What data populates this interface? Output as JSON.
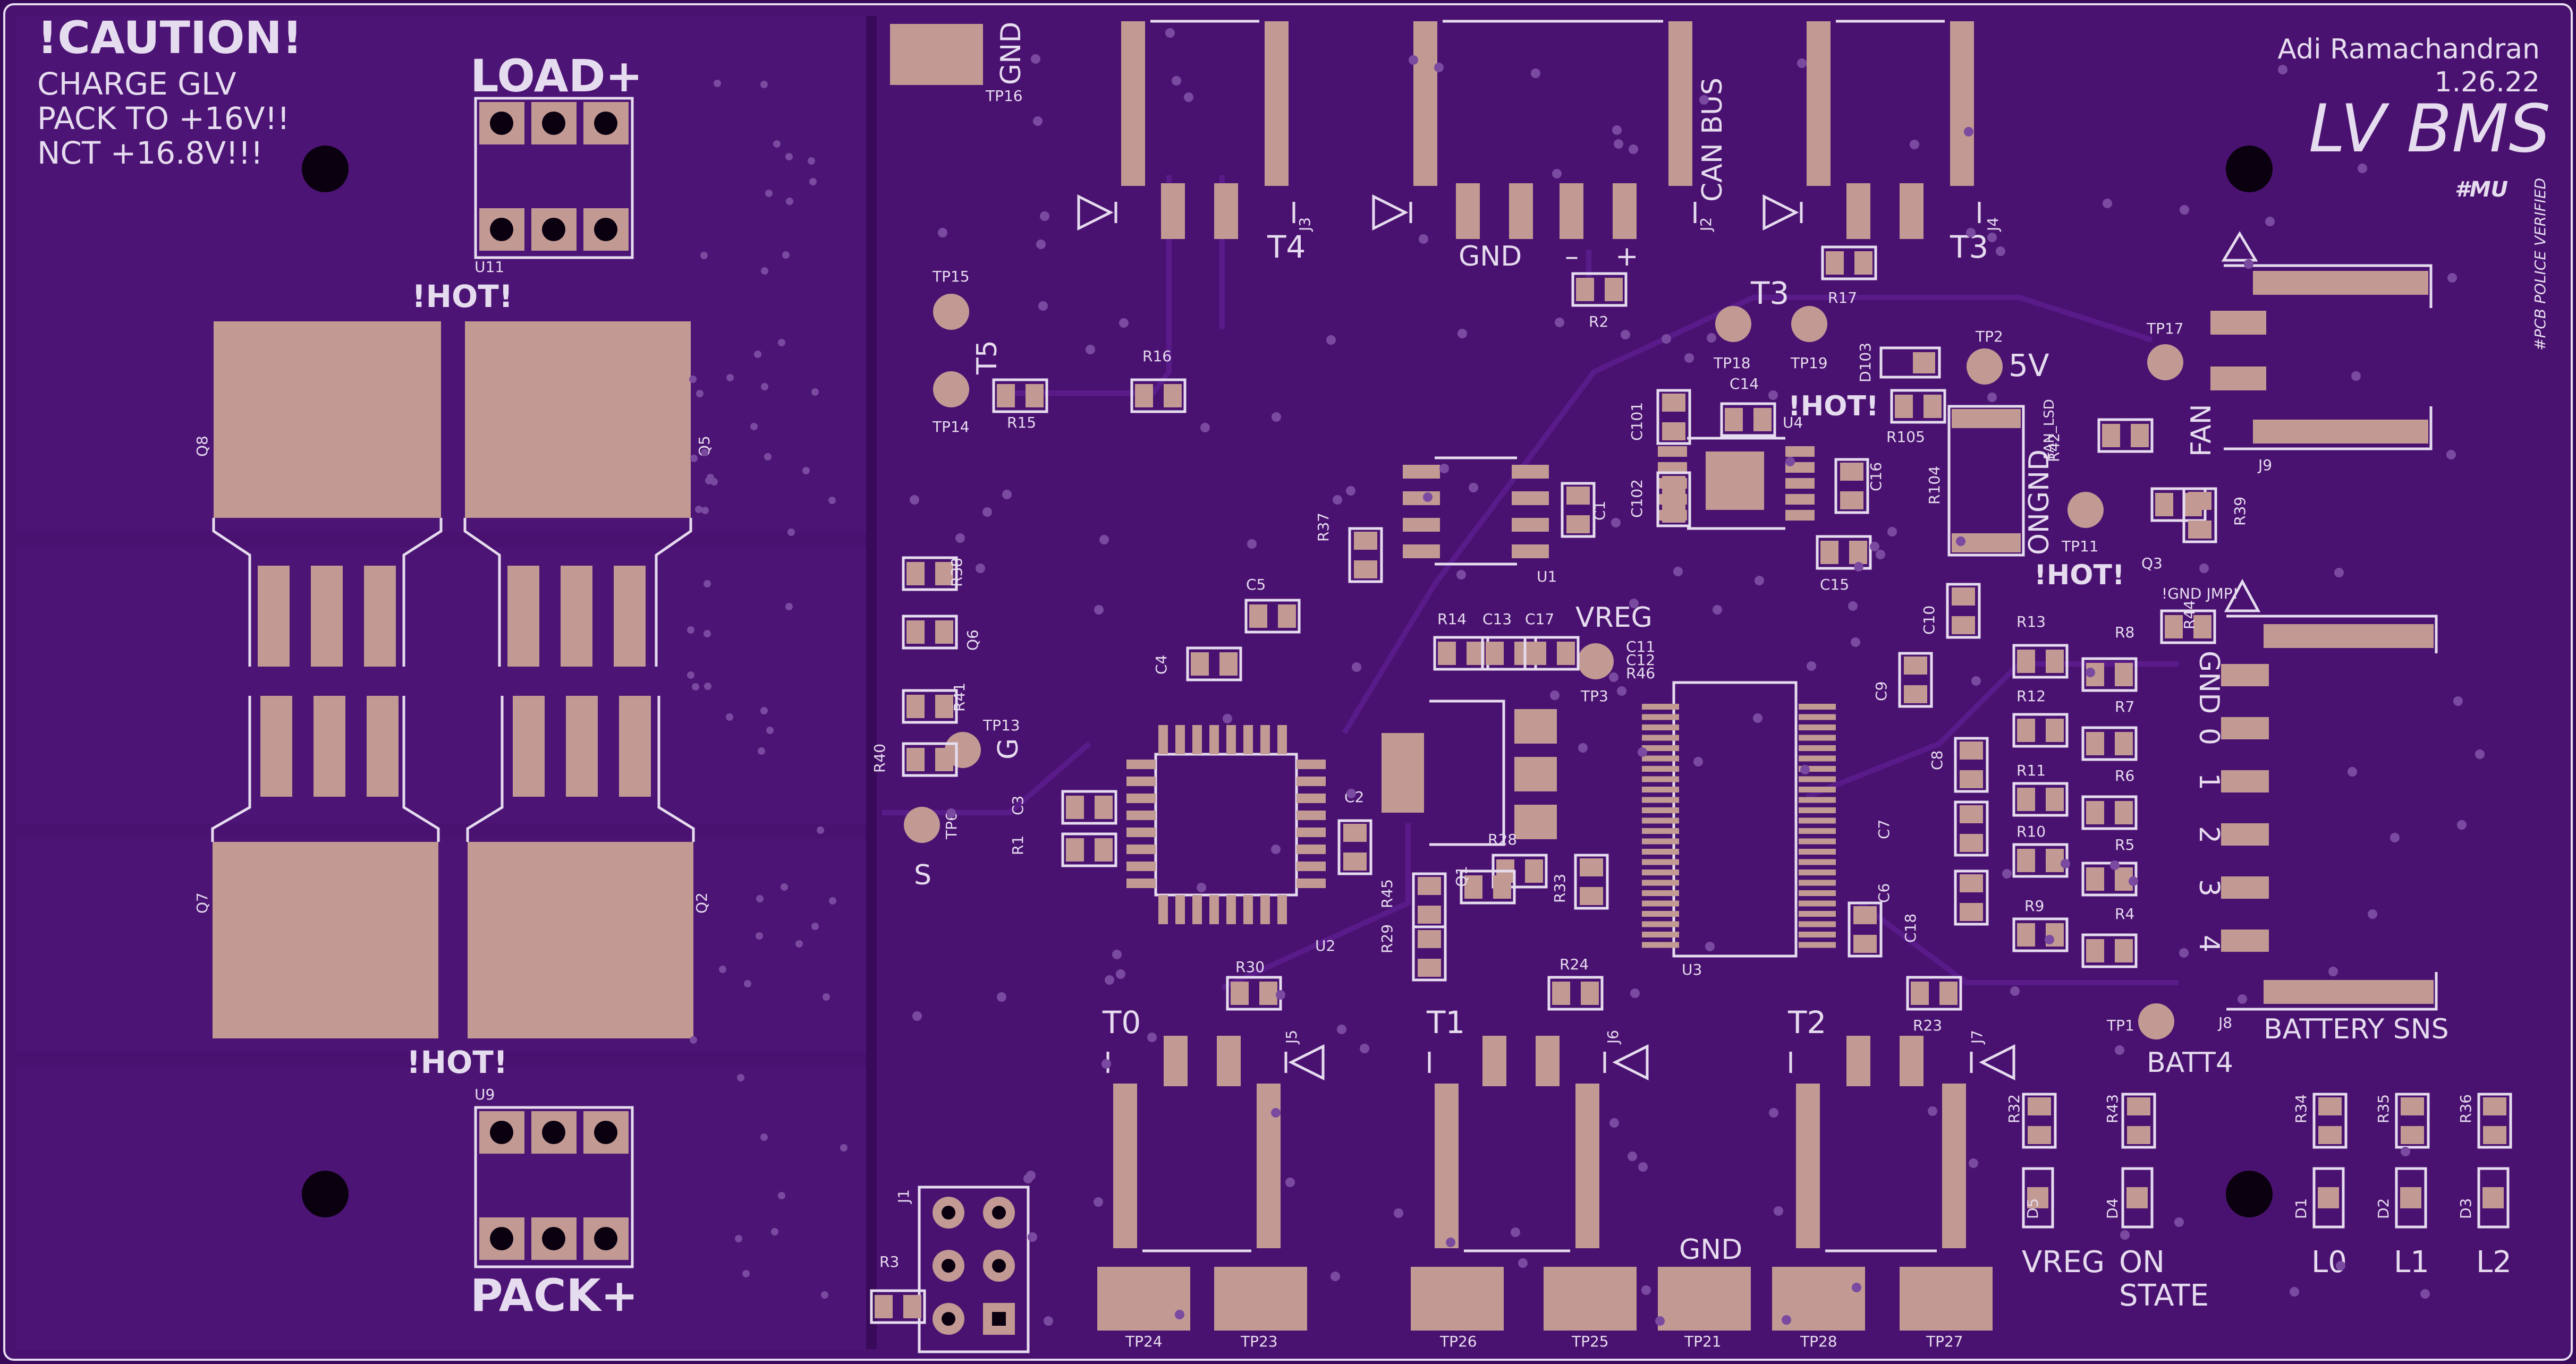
{
  "board": {
    "author": "Adi Ramachandran",
    "date": "1.26.22",
    "title": "LV BMS",
    "logo": "#MU",
    "tagline": "#PCB POLICE VERIFIED",
    "caution_lines": [
      "!CAUTION!",
      "CHARGE GLV",
      "PACK TO +16V!!",
      "NCT +16.8V!!!"
    ],
    "hot_label": "!HOT!",
    "load_label": "LOAD+",
    "pack_label": "PACK+",
    "gnd_jmp": "!GND JMP!"
  },
  "labels": {
    "gnd": "GND",
    "can_bus": "CAN BUS",
    "t0": "T0",
    "t1": "T1",
    "t2": "T2",
    "t3": "T3",
    "t4": "T4",
    "t5": "T5",
    "v5": "5V",
    "vreg": "VREG",
    "fan": "FAN",
    "ongnd": "ONGND",
    "battery_sns": "BATTERY SNS",
    "batt4": "BATT4",
    "on": "ON",
    "state": "STATE",
    "l0": "L0",
    "l1": "L1",
    "l2": "L2",
    "g": "G",
    "s": "S",
    "minus": "–",
    "plus": "+",
    "sns_pins": [
      "GND",
      "0",
      "1",
      "2",
      "3",
      "4"
    ]
  },
  "refdes": {
    "U11": "U11",
    "U9": "U9",
    "U1": "U1",
    "U2": "U2",
    "U3": "U3",
    "U4": "U4",
    "Q1": "Q1",
    "Q2": "Q2",
    "Q3": "Q3",
    "Q5": "Q5",
    "Q6": "Q6",
    "Q7": "Q7",
    "Q8": "Q8",
    "J1": "J1",
    "J2": "J2",
    "J3": "J3",
    "J4": "J4",
    "J5": "J5",
    "J6": "J6",
    "J7": "J7",
    "J8": "J8",
    "J9": "J9",
    "TP1": "TP1",
    "TP2": "TP2",
    "TP3": "TP3",
    "TP6": "TP6",
    "TP11": "TP11",
    "TP13": "TP13",
    "TP14": "TP14",
    "TP15": "TP15",
    "TP16": "TP16",
    "TP17": "TP17",
    "TP18": "TP18",
    "TP19": "TP19",
    "TP21": "TP21",
    "TP23": "TP23",
    "TP24": "TP24",
    "TP25": "TP25",
    "TP26": "TP26",
    "TP27": "TP27",
    "TP28": "TP28",
    "R1": "R1",
    "R2": "R2",
    "R3": "R3",
    "R4": "R4",
    "R5": "R5",
    "R6": "R6",
    "R7": "R7",
    "R8": "R8",
    "R9": "R9",
    "R10": "R10",
    "R11": "R11",
    "R12": "R12",
    "R13": "R13",
    "R14": "R14",
    "R15": "R15",
    "R16": "R16",
    "R17": "R17",
    "R23": "R23",
    "R24": "R24",
    "R28": "R28",
    "R29": "R29",
    "R30": "R30",
    "R32": "R32",
    "R33": "R33",
    "R34": "R34",
    "R35": "R35",
    "R36": "R36",
    "R37": "R37",
    "R38": "R38",
    "R39": "R39",
    "R40": "R40",
    "R41": "R41",
    "R42": "R42",
    "R43": "R43",
    "R44": "R44",
    "R45": "R45",
    "R46": "R46",
    "R104": "R104",
    "R105": "R105",
    "C1": "C1",
    "C2": "C2",
    "C3": "C3",
    "C4": "C4",
    "C5": "C5",
    "C6": "C6",
    "C7": "C7",
    "C8": "C8",
    "C9": "C9",
    "C10": "C10",
    "C11": "C11",
    "C12": "C12",
    "C13": "C13",
    "C14": "C14",
    "C15": "C15",
    "C16": "C16",
    "C17": "C17",
    "C18": "C18",
    "C101": "C101",
    "C102": "C102",
    "D1": "D1",
    "D2": "D2",
    "D3": "D3",
    "D4": "D4",
    "D5": "D5",
    "D103": "D103",
    "FAN_LSD": "FAN_LSD"
  },
  "colors": {
    "board": "#3a0a5a",
    "plane": "#4a1270",
    "trace": "#5a1b8a",
    "pad": "#c29a93",
    "silk": "#e6dcef",
    "hole": "#0a0010"
  }
}
